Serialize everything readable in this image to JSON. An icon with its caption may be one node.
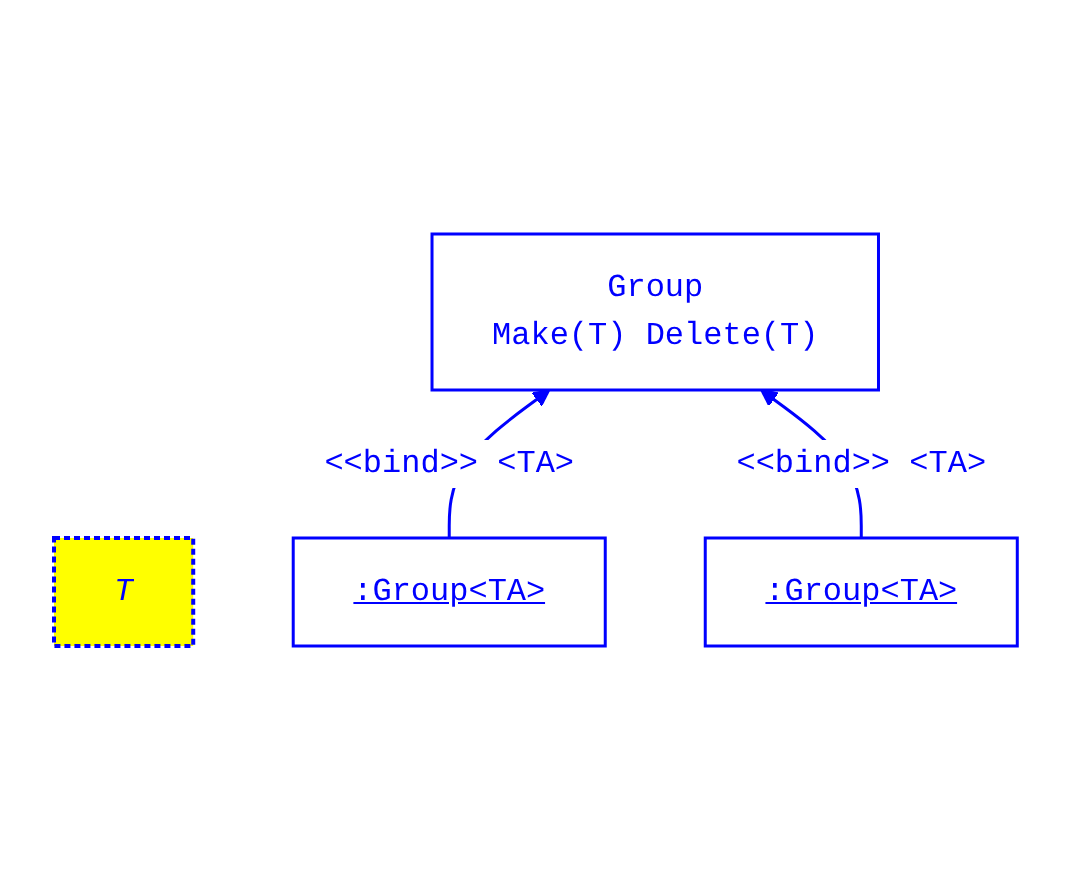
{
  "diagram": {
    "nodes": [
      {
        "text": [
          "Group",
          "Make(T) Delete(T)"
        ]
      },
      {
        "text": [
          "T"
        ]
      },
      {
        "text": [
          ":Group<TA>"
        ]
      },
      {
        "text": [
          ":Group<TA>"
        ]
      }
    ],
    "edges": [
      {
        "from": 2,
        "to": 0,
        "arrow": "to",
        "label": "<<bind>> <TA>"
      },
      {
        "from": 3,
        "to": 0,
        "arrow": "to",
        "label": "<<bind>> <TA>"
      }
    ]
  }
}
